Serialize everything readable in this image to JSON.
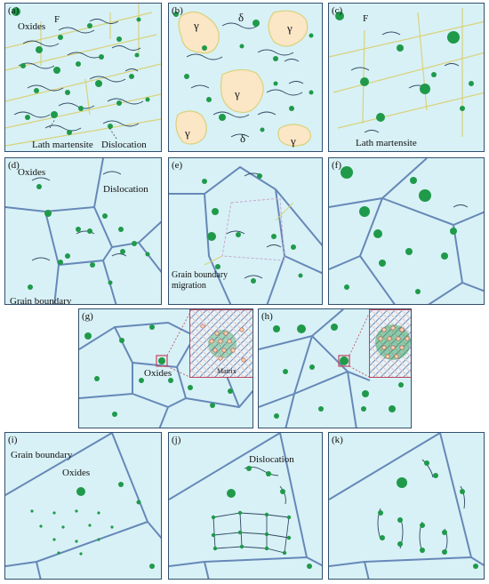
{
  "panels": {
    "a": {
      "label": "(a)",
      "phase": "F",
      "oxides": "Oxides",
      "lath": "Lath martensite",
      "dislocation": "Dislocation"
    },
    "b": {
      "label": "(b)",
      "gamma": "γ",
      "delta": "δ"
    },
    "c": {
      "label": "(c)",
      "phase": "F",
      "lath": "Lath martensite"
    },
    "d": {
      "label": "(d)",
      "oxides": "Oxides",
      "dislocation": "Dislocation",
      "gb": "Grain boundary"
    },
    "e": {
      "label": "(e)",
      "gb_migration_1": "Grain boundary",
      "gb_migration_2": "migration"
    },
    "f": {
      "label": "(f)"
    },
    "g": {
      "label": "(g)",
      "oxides": "Oxides",
      "matrix": "Matrix"
    },
    "h": {
      "label": "(h)"
    },
    "i": {
      "label": "(i)",
      "gb": "Grain boundary",
      "oxides": "Oxides"
    },
    "j": {
      "label": "(j)",
      "dislocation": "Dislocation"
    },
    "k": {
      "label": "(k)"
    }
  },
  "colors": {
    "background": "#d8f1f6",
    "grain_boundary": "#6688b8",
    "oxide": "#1f9a4a",
    "lath_boundary": "#d9d27a",
    "gamma_fill": "#fbe6c6",
    "dislocation": "#2e4a63",
    "inset_border": "#c0445a"
  }
}
